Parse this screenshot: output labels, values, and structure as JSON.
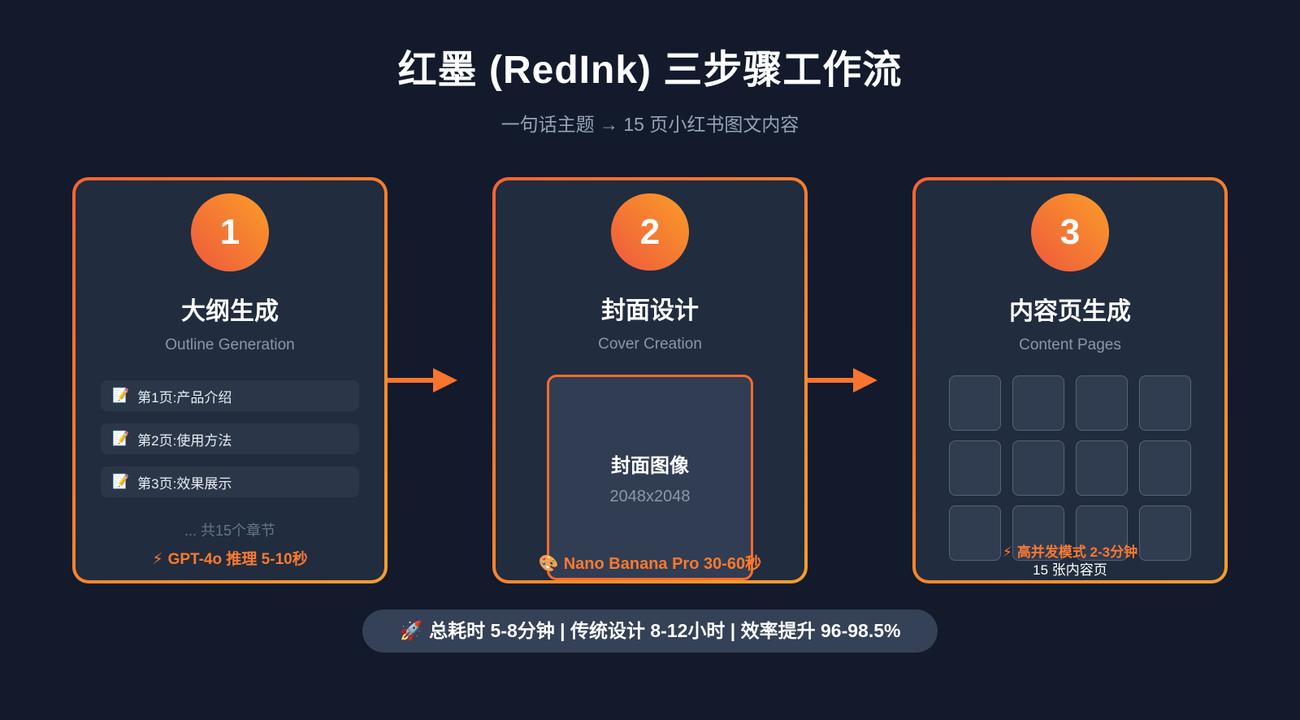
{
  "header": {
    "title": "红墨 (RedInk) 三步骤工作流",
    "subtitle": "一句话主题 → 15 页小红书图文内容"
  },
  "steps": [
    {
      "number": "1",
      "title": "大纲生成",
      "subtitle": "Outline Generation",
      "items": [
        {
          "icon": "📝",
          "label": "第1页:产品介绍"
        },
        {
          "icon": "📝",
          "label": "第2页:使用方法"
        },
        {
          "icon": "📝",
          "label": "第3页:效果展示"
        }
      ],
      "more": "... 共15个章节",
      "footer": {
        "icon": "⚡",
        "label": "GPT-4o 推理 5-10秒"
      }
    },
    {
      "number": "2",
      "title": "封面设计",
      "subtitle": "Cover Creation",
      "cover": {
        "label": "封面图像",
        "size": "2048x2048"
      },
      "footer": {
        "icon": "🎨",
        "label": "Nano Banana Pro 30-60秒"
      }
    },
    {
      "number": "3",
      "title": "内容页生成",
      "subtitle": "Content Pages",
      "grid_count": 12,
      "footer": {
        "icon": "⚡",
        "label": "高并发模式 2-3分钟"
      },
      "footer2": "15 张内容页"
    }
  ],
  "summary": {
    "icon": "🚀",
    "label": "总耗时 5-8分钟 | 传统设计 8-12小时 | 效率提升 96-98.5%"
  },
  "colors": {
    "background": "#121a2c",
    "card_background": "#212c3e",
    "accent_orange": "#f9742e",
    "border_gradient_start": "#fa6331",
    "border_gradient_end": "#f59e2b",
    "muted_text": "#94a3b8"
  }
}
